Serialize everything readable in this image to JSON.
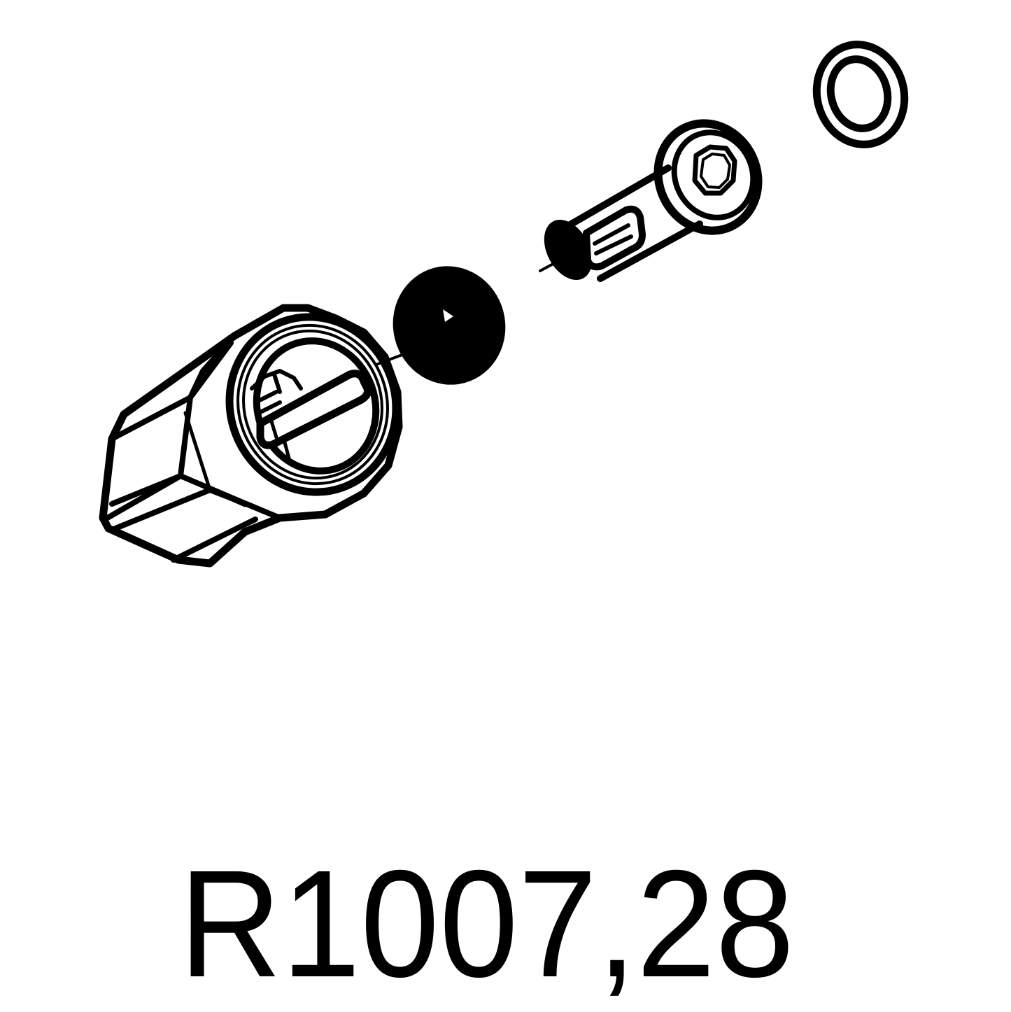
{
  "diagram": {
    "type": "exploded-parts-view",
    "colors": {
      "line": "#000000",
      "background": "#ffffff"
    },
    "parts": [
      {
        "id": "hex-body",
        "name": "Hexagonal valve body with socket and spindle"
      },
      {
        "id": "rubber-seal",
        "name": "Solid dark seal / washer disc"
      },
      {
        "id": "spindle-cartridge",
        "name": "Spindle cartridge with splined end and hex head"
      },
      {
        "id": "o-ring",
        "name": "O-ring"
      }
    ],
    "assembly_axis": "diagonal, lower-left to upper-right"
  },
  "label": {
    "part_number": "R1007,28"
  }
}
